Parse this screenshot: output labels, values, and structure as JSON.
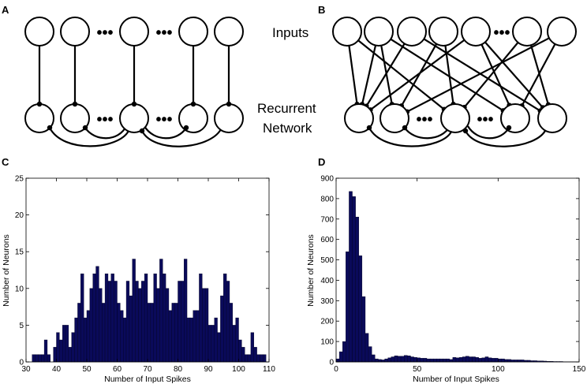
{
  "panels": {
    "a": {
      "letter": "A"
    },
    "b": {
      "letter": "B"
    },
    "c": {
      "letter": "C"
    },
    "d": {
      "letter": "D"
    }
  },
  "diagram": {
    "inputs_label": "Inputs",
    "recurrent_label_line1": "Recurrent",
    "recurrent_label_line2": "Network",
    "ellipsis": "•••"
  },
  "chart_data": [
    {
      "type": "bar",
      "panel": "C",
      "title": "",
      "xlabel": "Number of Input Spikes",
      "ylabel": "Number of Neurons",
      "xlim": [
        30,
        110
      ],
      "ylim": [
        0,
        25
      ],
      "xticks": [
        30,
        40,
        50,
        60,
        70,
        80,
        90,
        100,
        110
      ],
      "yticks": [
        0,
        5,
        10,
        15,
        20,
        25
      ],
      "bin_start": 32,
      "bin_width": 1,
      "values": [
        1,
        1,
        1,
        1,
        3,
        1,
        0,
        2,
        4,
        3,
        5,
        5,
        2,
        4,
        6,
        8,
        12,
        6,
        7,
        10,
        12,
        13,
        10,
        8,
        12,
        11,
        12,
        11,
        8,
        7,
        6,
        11,
        9,
        14,
        11,
        10,
        11,
        12,
        8,
        8,
        12,
        10,
        14,
        12,
        10,
        7,
        8,
        8,
        11,
        11,
        14,
        6,
        6,
        7,
        7,
        12,
        10,
        10,
        5,
        5,
        6,
        4,
        9,
        12,
        11,
        8,
        5,
        6,
        3,
        2,
        1,
        1,
        4,
        2,
        1,
        1,
        1,
        0,
        0,
        0
      ]
    },
    {
      "type": "bar",
      "panel": "D",
      "title": "",
      "xlabel": "Number of Input Spikes",
      "ylabel": "Number of Neurons",
      "xlim": [
        0,
        150
      ],
      "ylim": [
        0,
        900
      ],
      "xticks": [
        0,
        50,
        100,
        150
      ],
      "yticks": [
        0,
        100,
        200,
        300,
        400,
        500,
        600,
        700,
        800,
        900
      ],
      "bin_start": 0,
      "bin_width": 2,
      "values": [
        15,
        50,
        100,
        540,
        835,
        810,
        710,
        520,
        320,
        140,
        75,
        35,
        15,
        12,
        10,
        15,
        20,
        25,
        30,
        28,
        28,
        32,
        30,
        25,
        22,
        20,
        18,
        18,
        15,
        15,
        15,
        15,
        15,
        15,
        15,
        12,
        22,
        20,
        22,
        25,
        28,
        25,
        25,
        22,
        18,
        20,
        25,
        20,
        18,
        18,
        15,
        15,
        12,
        12,
        10,
        10,
        10,
        10,
        8,
        8,
        6,
        6,
        5,
        5,
        4,
        3,
        3,
        2,
        2,
        2,
        1,
        1,
        1,
        1,
        1
      ]
    }
  ]
}
